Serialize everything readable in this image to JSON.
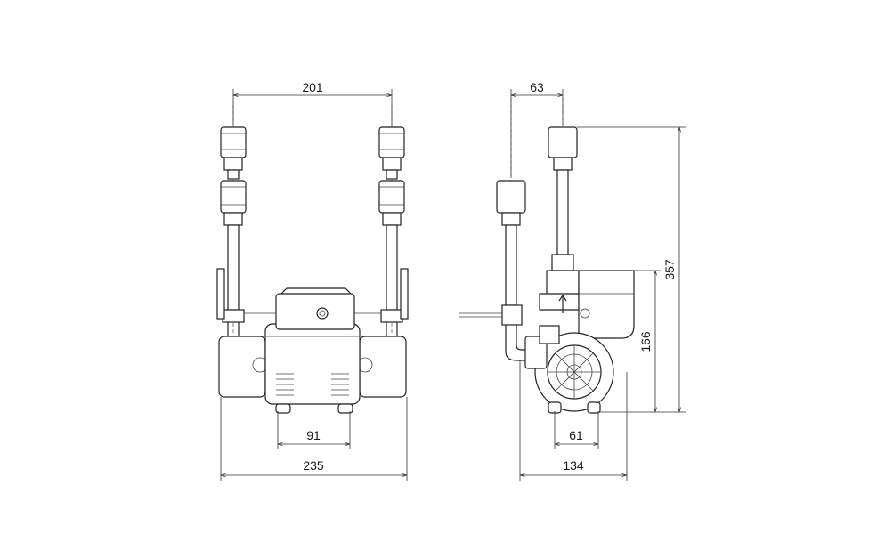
{
  "dimensions": {
    "front_width_connections": "201",
    "front_width_base": "91",
    "front_width_total": "235",
    "side_offset_inlet": "63",
    "side_height_total": "357",
    "side_height_outlet": "166",
    "side_width_base": "61",
    "side_width_total": "134"
  }
}
